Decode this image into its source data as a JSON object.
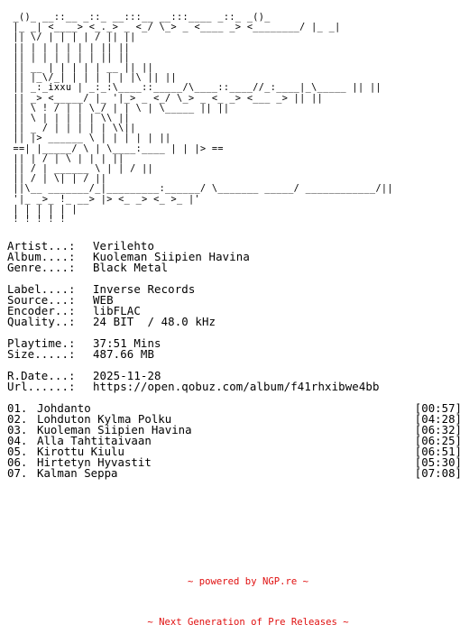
{
  "ascii_art": " _()_ __::__ _::_ __:::__ __:::____ _::_ _()_\n |_ _| <____> <_._> _ <_/ \\_> _ <____ _> <________/ |_ _|\n || \\/ | | | | / || ||\n || | | | | | | || ||\n || | | | | | | || ||\n || __ | | | | | __ || ||\n || |_\\/_| | | | | | |\\ || ||\n || _:_ixxu | _:_:\\____::_____/\\____::____//_:____|_\\_____ || ||\n || _> <_____/ |_ '|_> _ <_/ \\_> _ <_ _> <___ _> || ||\n || \\ ! / | | \\_/ | | \\ | \\_____ || ||\n || \\ | | | | | \\\\ ||\n || _ / | | | | | \\\\||\n || |> ______ \\ | | | | | ||\n ==| |_____/ \\ | \\____:____ | | |> ==\n || | / | \\ | | | ||\n || / | ______ \\ | | / ||\n || / | \\| | / ||\n ||\\__ _______/_|_________:______/ \\_______ _____/ ____________/||\n '|_ _>_ !_ __> |> <_ _> <_ >_ |'\n | | | | | |\n ! ! ! ! !",
  "info": {
    "artist": {
      "label": "Artist...:",
      "value": "Verilehto"
    },
    "album": {
      "label": "Album....:",
      "value": "Kuoleman Siipien Havina"
    },
    "genre": {
      "label": "Genre....:",
      "value": "Black Metal"
    },
    "label": {
      "label": "Label....:",
      "value": "Inverse Records"
    },
    "source": {
      "label": "Source...:",
      "value": "WEB"
    },
    "encoder": {
      "label": "Encoder..:",
      "value": "libFLAC"
    },
    "quality": {
      "label": "Quality..:",
      "value": "24 BIT  / 48.0 kHz"
    },
    "playtime": {
      "label": "Playtime.:",
      "value": "37:51 Mins"
    },
    "size": {
      "label": "Size.....:",
      "value": "487.66 MB"
    },
    "rdate": {
      "label": "R.Date...:",
      "value": "2025-11-28"
    },
    "url": {
      "label": "Url......:",
      "value": "https://open.qobuz.com/album/f41rhxibwe4bb"
    }
  },
  "tracks": [
    {
      "num": "01.",
      "title": "Johdanto",
      "duration": "[00:57]"
    },
    {
      "num": "02.",
      "title": "Lohduton Kylma Polku",
      "duration": "[04:28]"
    },
    {
      "num": "03.",
      "title": "Kuoleman Siipien Havina",
      "duration": "[06:32]"
    },
    {
      "num": "04.",
      "title": "Alla Tahtitaivaan",
      "duration": "[06:25]"
    },
    {
      "num": "05.",
      "title": "Kirottu Kiulu",
      "duration": "[06:51]"
    },
    {
      "num": "06.",
      "title": "Hirtetyn Hyvastit",
      "duration": "[05:30]"
    },
    {
      "num": "07.",
      "title": "Kalman Seppa",
      "duration": "[07:08]"
    }
  ],
  "footer": {
    "line1": "~ powered by NGP.re ~",
    "line2": "~ Next Generation of Pre Releases ~"
  },
  "colors": {
    "text": "#000000",
    "footer": "#e01010",
    "background": "#ffffff"
  }
}
